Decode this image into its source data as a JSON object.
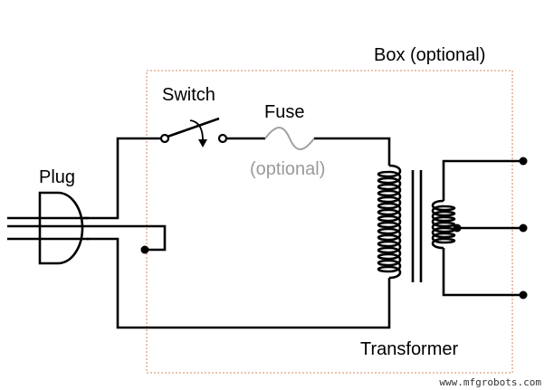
{
  "labels": {
    "box": "Box (optional)",
    "switch": "Switch",
    "fuse": "Fuse",
    "fuse_optional": "(optional)",
    "plug": "Plug",
    "transformer": "Transformer"
  },
  "watermark": "www.mfgrobots.com",
  "colors": {
    "wire": "#000000",
    "box_border": "#e0a080",
    "fuse": "#a0a0a0",
    "optional_text": "#9a9a9a"
  }
}
